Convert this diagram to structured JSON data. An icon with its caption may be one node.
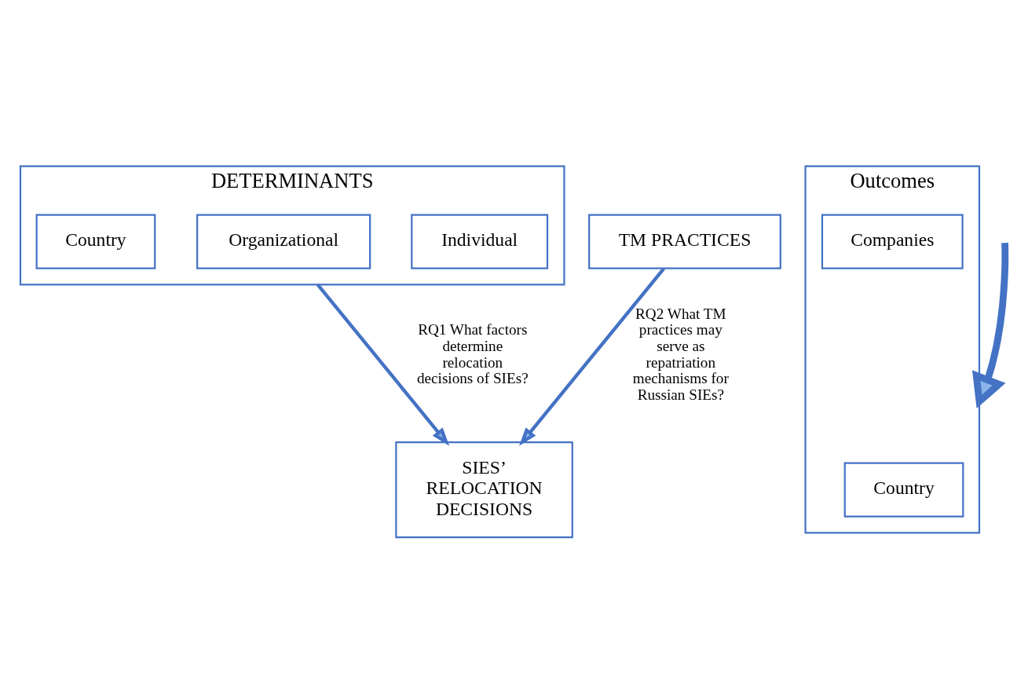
{
  "diagram": {
    "nodes": [
      {
        "text": [
          "DETERMINANTS"
        ]
      },
      {
        "text": [
          "Individual"
        ],
        "in": 0
      },
      {
        "text": [
          "Organizational"
        ],
        "in": 0
      },
      {
        "text": [
          "Country"
        ],
        "in": 0
      },
      {
        "text": [
          "SIES’ RELOCATION DECISIONS"
        ]
      },
      {
        "text": [
          "TM PRACTICES"
        ]
      },
      {
        "text": [
          "Outcomes"
        ]
      },
      {
        "text": [
          "Companies"
        ],
        "in": 6
      },
      {
        "text": [
          "Country"
        ],
        "in": 6
      }
    ],
    "edges": [
      {
        "from": 0,
        "to": 4,
        "arrow": "to",
        "label": "RQ1 What factors determine relocation decisions of SIEs?"
      },
      {
        "from": 5,
        "to": 4,
        "arrow": "to",
        "label": "RQ2 What TM practices may serve as repatriation mechanisms for Russian SIEs?"
      },
      {
        "from": null,
        "to": 6,
        "arrow": "to",
        "style": "thick"
      }
    ]
  }
}
